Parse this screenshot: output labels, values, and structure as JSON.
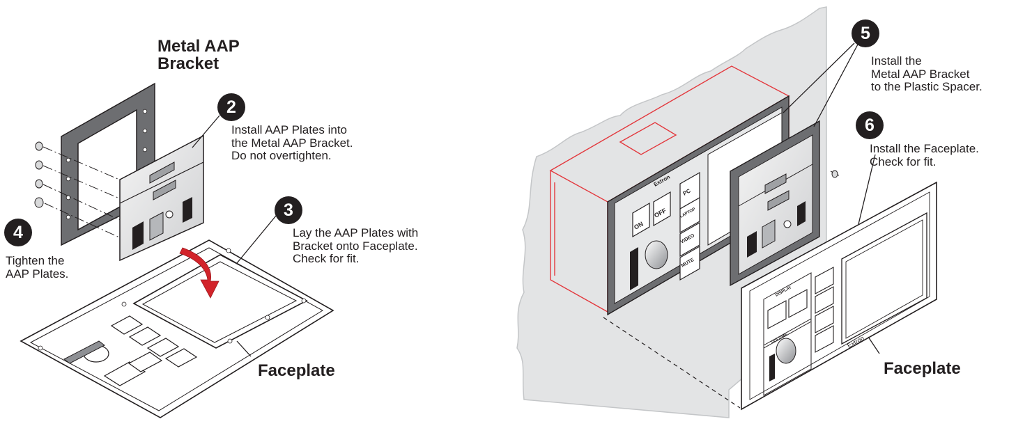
{
  "labels": {
    "bracket_title_line1": "Metal AAP",
    "bracket_title_line2": "Bracket",
    "faceplate_left": "Faceplate",
    "faceplate_right": "Faceplate"
  },
  "steps": [
    {
      "number": "2",
      "lines": [
        "Install AAP Plates into",
        "the Metal AAP Bracket.",
        "Do not overtighten."
      ]
    },
    {
      "number": "3",
      "lines": [
        "Lay the AAP Plates with",
        "Bracket onto Faceplate.",
        "Check for fit."
      ]
    },
    {
      "number": "4",
      "lines": [
        "Tighten the",
        "AAP Plates."
      ]
    },
    {
      "number": "5",
      "lines": [
        "Install the",
        "Metal AAP Bracket",
        "to the Plastic Spacer."
      ]
    },
    {
      "number": "6",
      "lines": [
        "Install the Faceplate.",
        "Check for fit."
      ]
    }
  ],
  "device_text": {
    "brand_box": "Extron",
    "brand_faceplate": "Extron",
    "buttons": [
      "ON",
      "OFF",
      "PC",
      "LAPTOP",
      "VIDEO",
      "MUTE"
    ],
    "faceplate_sections": [
      "DISPLAY",
      "VOLUME"
    ]
  },
  "colors": {
    "ink": "#231f20",
    "wall": "#e3e4e5",
    "wall_edge": "#c4c6c8",
    "red_outline": "#e3262b",
    "bracket_gray": "#6d6e71",
    "arrow_red": "#d2232a"
  }
}
